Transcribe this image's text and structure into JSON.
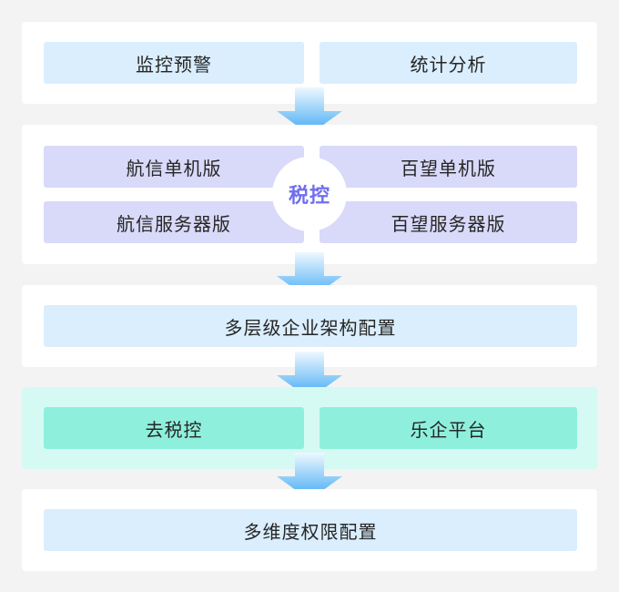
{
  "top": {
    "left": "监控预警",
    "right": "统计分析"
  },
  "tax_control": {
    "center": "税控",
    "top_left": "航信单机版",
    "top_right": "百望单机版",
    "bottom_left": "航信服务器版",
    "bottom_right": "百望服务器版"
  },
  "org_config": "多层级企业架构配置",
  "platforms": {
    "left": "去税控",
    "right": "乐企平台"
  },
  "permission_config": "多维度权限配置",
  "colors": {
    "background": "#f3f3f3",
    "blue_box": "#daeefd",
    "purple_box": "#d9d9f9",
    "green_box": "#8ef0dc",
    "teal_panel": "#d5faf3",
    "accent_text": "#6f6fef",
    "arrow_top": "#e8f5ff",
    "arrow_bottom": "#3ea8f3"
  }
}
